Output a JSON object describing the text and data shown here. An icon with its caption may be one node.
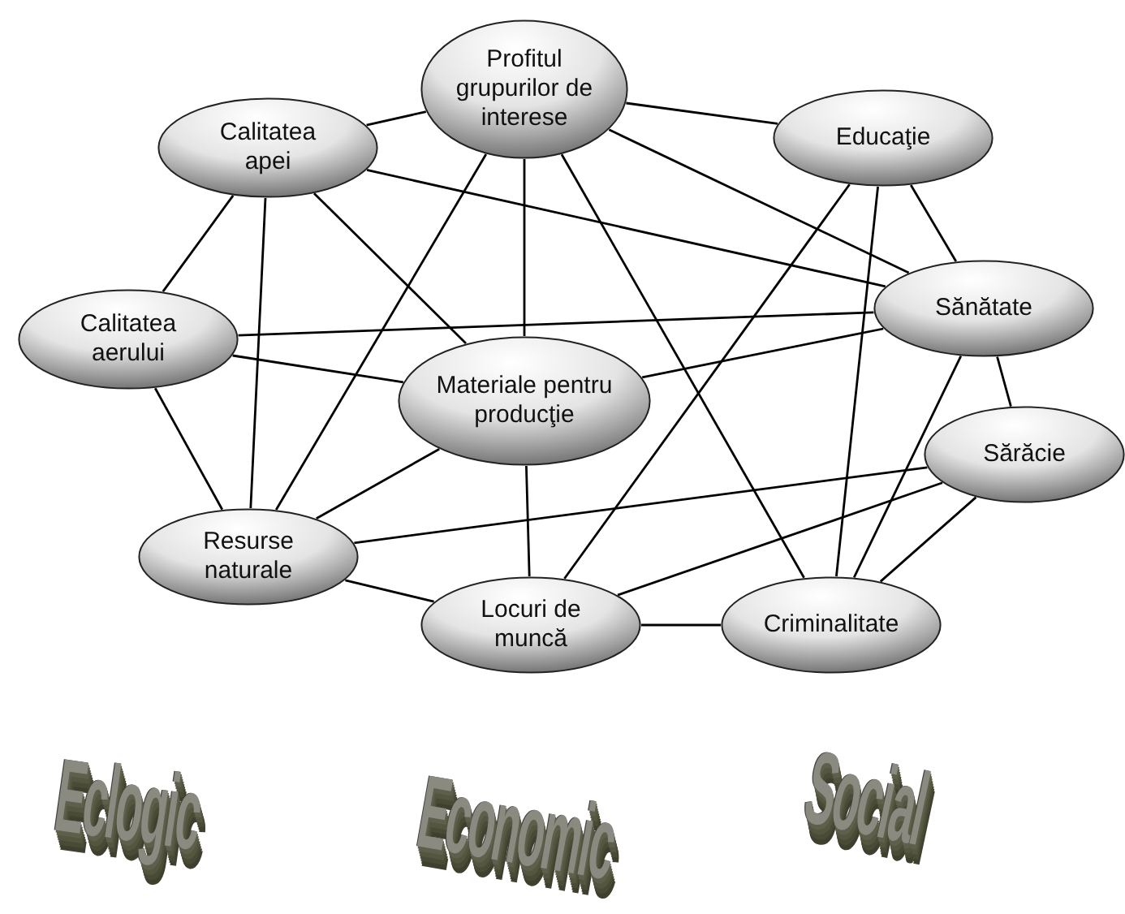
{
  "diagram": {
    "nodes": [
      {
        "text": [
          "Profitul grupurilor de interese"
        ]
      },
      {
        "text": [
          "Calitatea apei"
        ]
      },
      {
        "text": [
          "Educaţie"
        ]
      },
      {
        "text": [
          "Calitatea aerului"
        ]
      },
      {
        "text": [
          "Sănătate"
        ]
      },
      {
        "text": [
          "Materiale pentru producţie"
        ]
      },
      {
        "text": [
          "Sărăcie"
        ]
      },
      {
        "text": [
          "Resurse naturale"
        ]
      },
      {
        "text": [
          "Locuri de muncă"
        ]
      },
      {
        "text": [
          "Criminalitate"
        ]
      }
    ],
    "edges": [
      {
        "from": 1,
        "to": 0,
        "arrow": "none"
      },
      {
        "from": 0,
        "to": 2,
        "arrow": "none"
      },
      {
        "from": 0,
        "to": 4,
        "arrow": "none"
      },
      {
        "from": 0,
        "to": 5,
        "arrow": "none"
      },
      {
        "from": 0,
        "to": 7,
        "arrow": "none"
      },
      {
        "from": 0,
        "to": 9,
        "arrow": "none"
      },
      {
        "from": 1,
        "to": 4,
        "arrow": "none"
      },
      {
        "from": 1,
        "to": 3,
        "arrow": "none"
      },
      {
        "from": 1,
        "to": 7,
        "arrow": "none"
      },
      {
        "from": 1,
        "to": 5,
        "arrow": "none"
      },
      {
        "from": 3,
        "to": 4,
        "arrow": "none"
      },
      {
        "from": 3,
        "to": 5,
        "arrow": "none"
      },
      {
        "from": 3,
        "to": 7,
        "arrow": "none"
      },
      {
        "from": 2,
        "to": 4,
        "arrow": "none"
      },
      {
        "from": 2,
        "to": 8,
        "arrow": "none"
      },
      {
        "from": 2,
        "to": 9,
        "arrow": "none"
      },
      {
        "from": 5,
        "to": 4,
        "arrow": "none"
      },
      {
        "from": 5,
        "to": 7,
        "arrow": "none"
      },
      {
        "from": 5,
        "to": 8,
        "arrow": "none"
      },
      {
        "from": 4,
        "to": 6,
        "arrow": "none"
      },
      {
        "from": 4,
        "to": 9,
        "arrow": "none"
      },
      {
        "from": 6,
        "to": 7,
        "arrow": "none"
      },
      {
        "from": 6,
        "to": 8,
        "arrow": "none"
      },
      {
        "from": 6,
        "to": 9,
        "arrow": "none"
      },
      {
        "from": 7,
        "to": 8,
        "arrow": "none"
      },
      {
        "from": 8,
        "to": 9,
        "arrow": "none"
      }
    ],
    "labels": [
      "Eclogic",
      "Economic",
      "Social"
    ]
  }
}
